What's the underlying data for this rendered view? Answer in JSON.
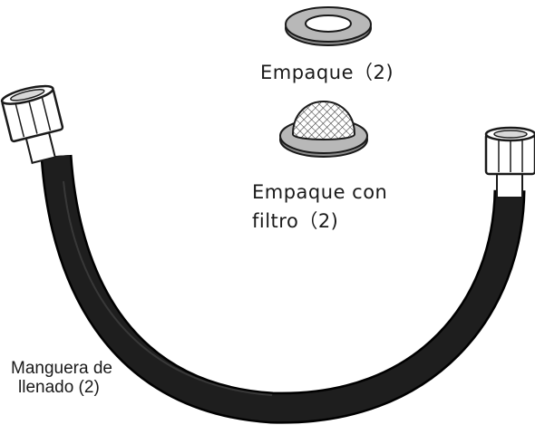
{
  "parts": {
    "gasket": {
      "label": "Empaque（2)"
    },
    "filter_gasket": {
      "label_line1": "Empaque con",
      "label_line2": "filtro（2)"
    },
    "fill_hose": {
      "label_line1": "Manguera de",
      "label_line2": "llenado (2)"
    }
  },
  "colors": {
    "line": "#1a1a1a",
    "hose": "#1e1e1e",
    "ring": "#b8b8b8",
    "fitting": "#ffffff"
  }
}
